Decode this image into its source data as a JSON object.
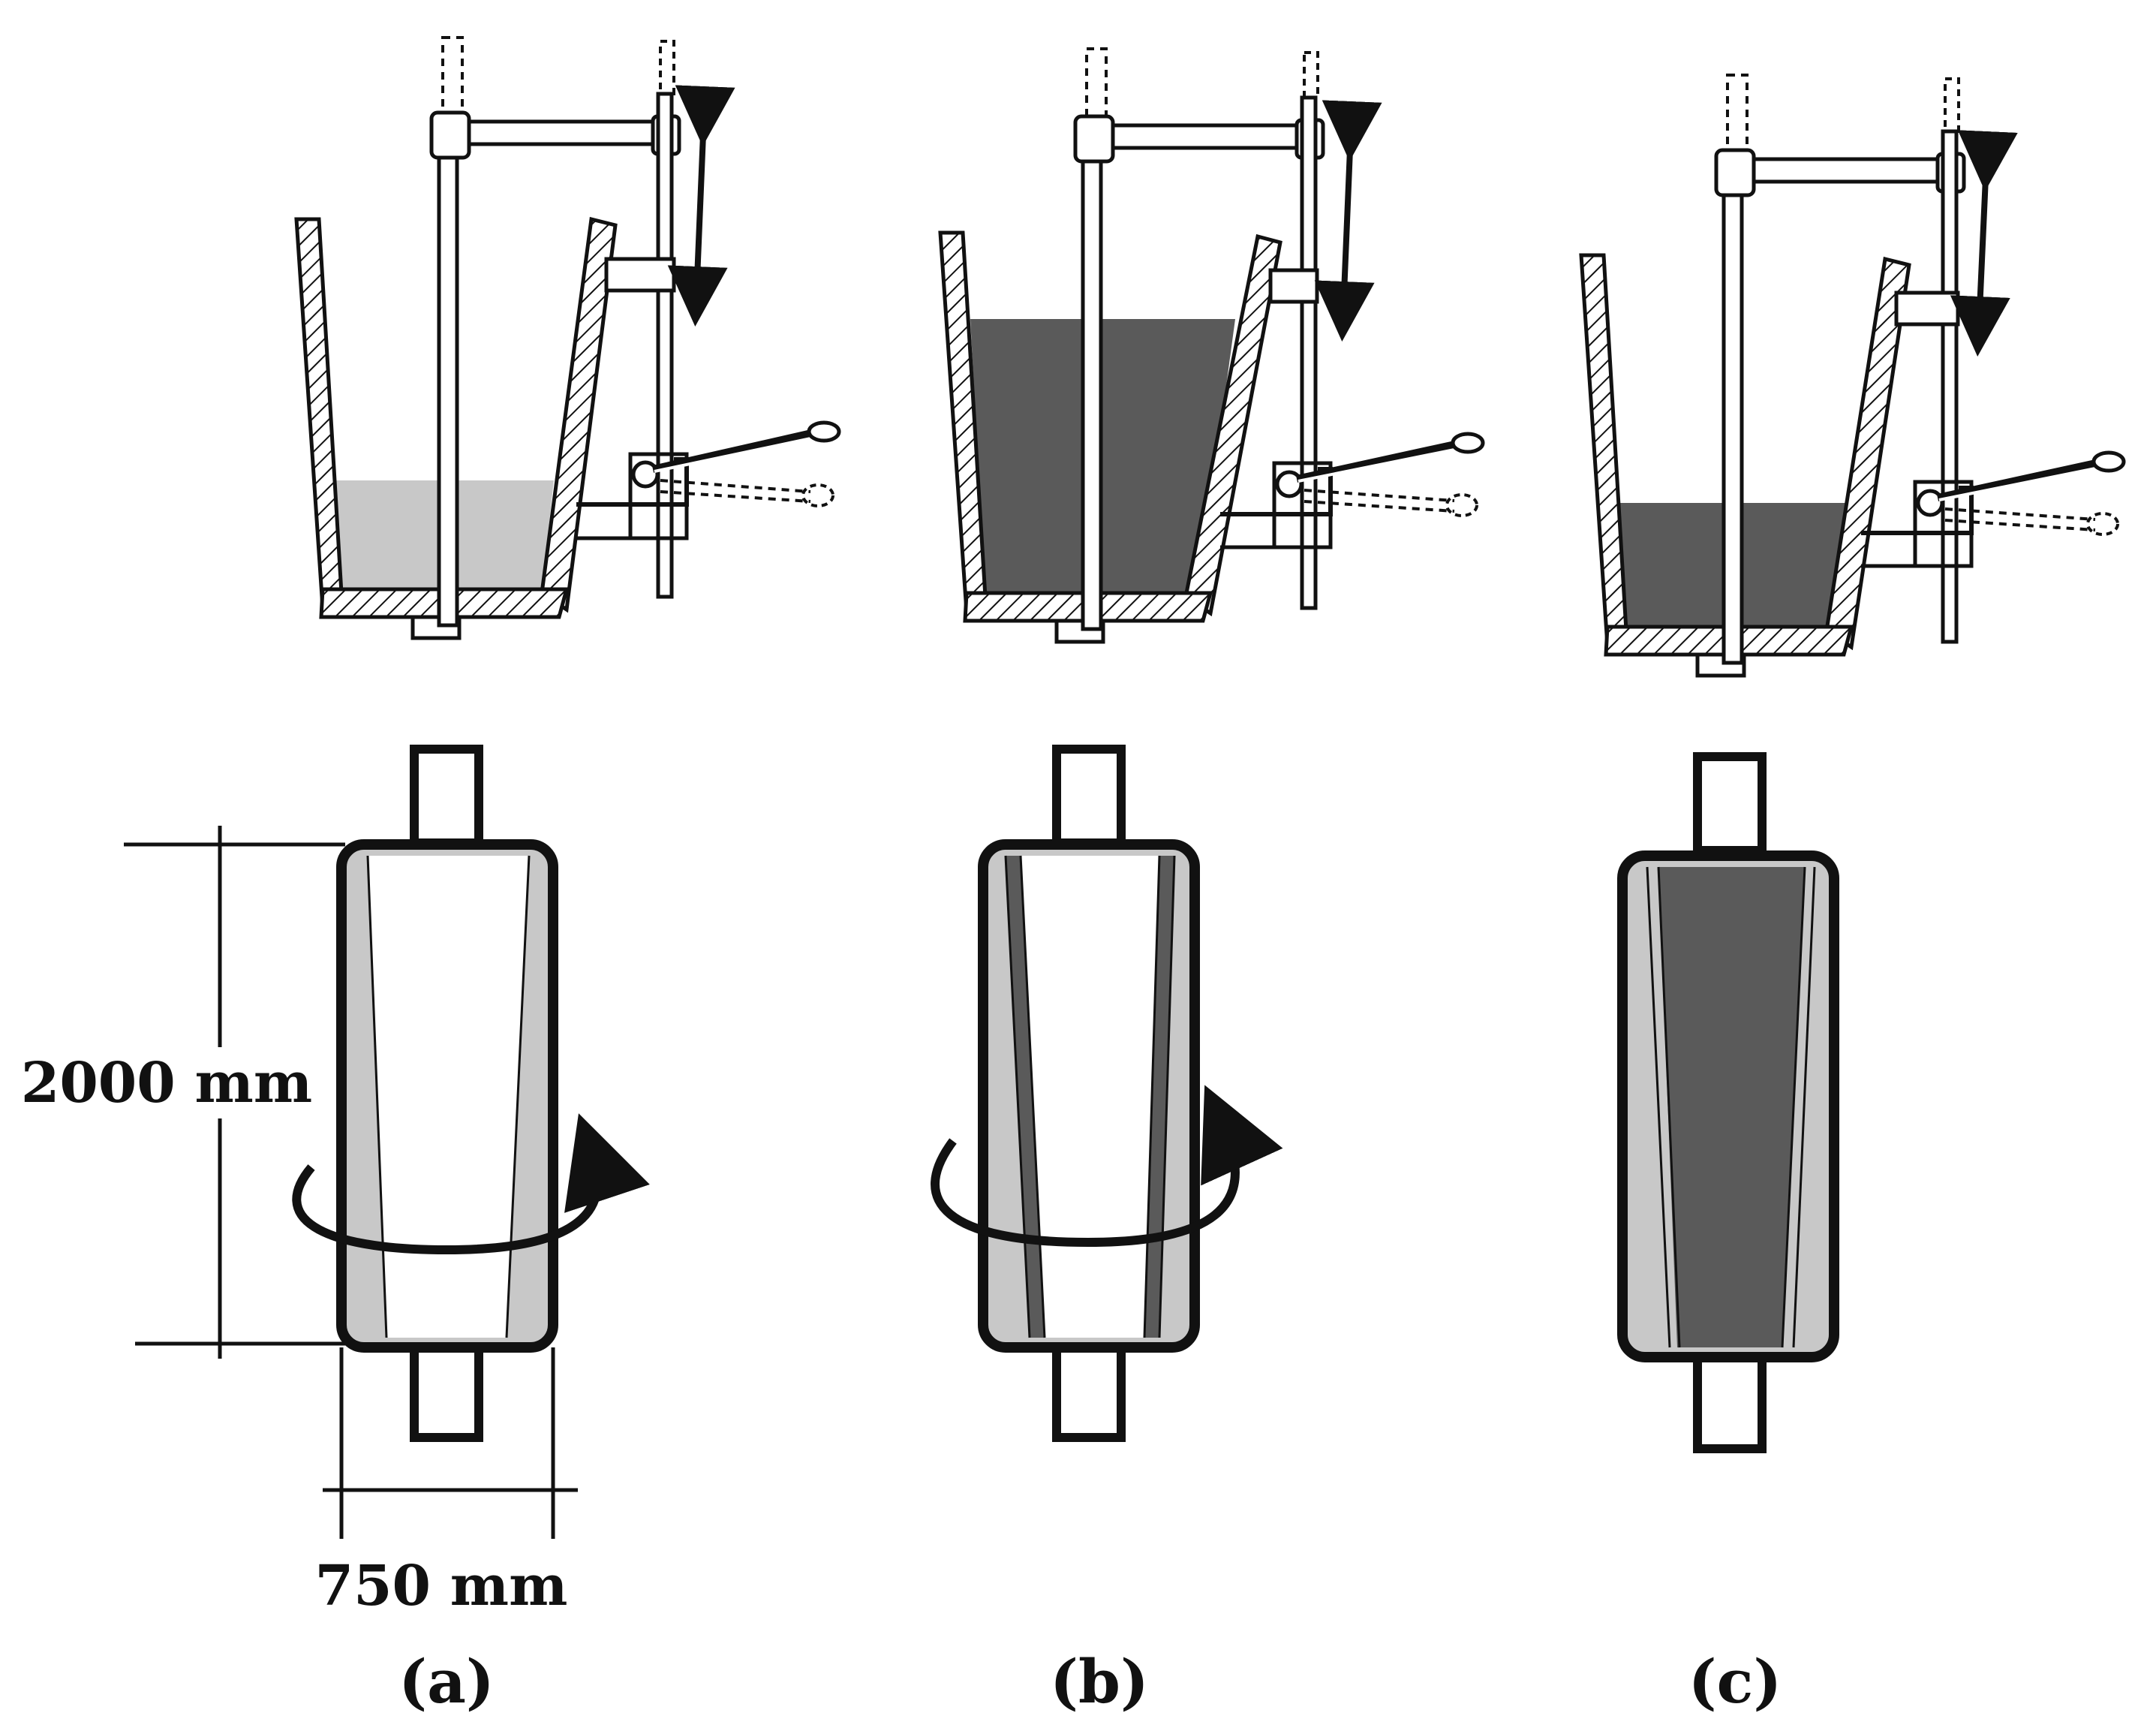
{
  "panels": [
    {
      "label": "(a)",
      "melt_fill": "light"
    },
    {
      "label": "(b)",
      "melt_fill": "dark"
    },
    {
      "label": "(c)",
      "melt_fill": "dark"
    }
  ],
  "dimensions": {
    "height": "2000 mm",
    "width": "750 mm"
  },
  "colors": {
    "outline": "#111111",
    "light_melt": "#c8c8c8",
    "dark_melt": "#5a5a5a",
    "background": "#ffffff"
  }
}
